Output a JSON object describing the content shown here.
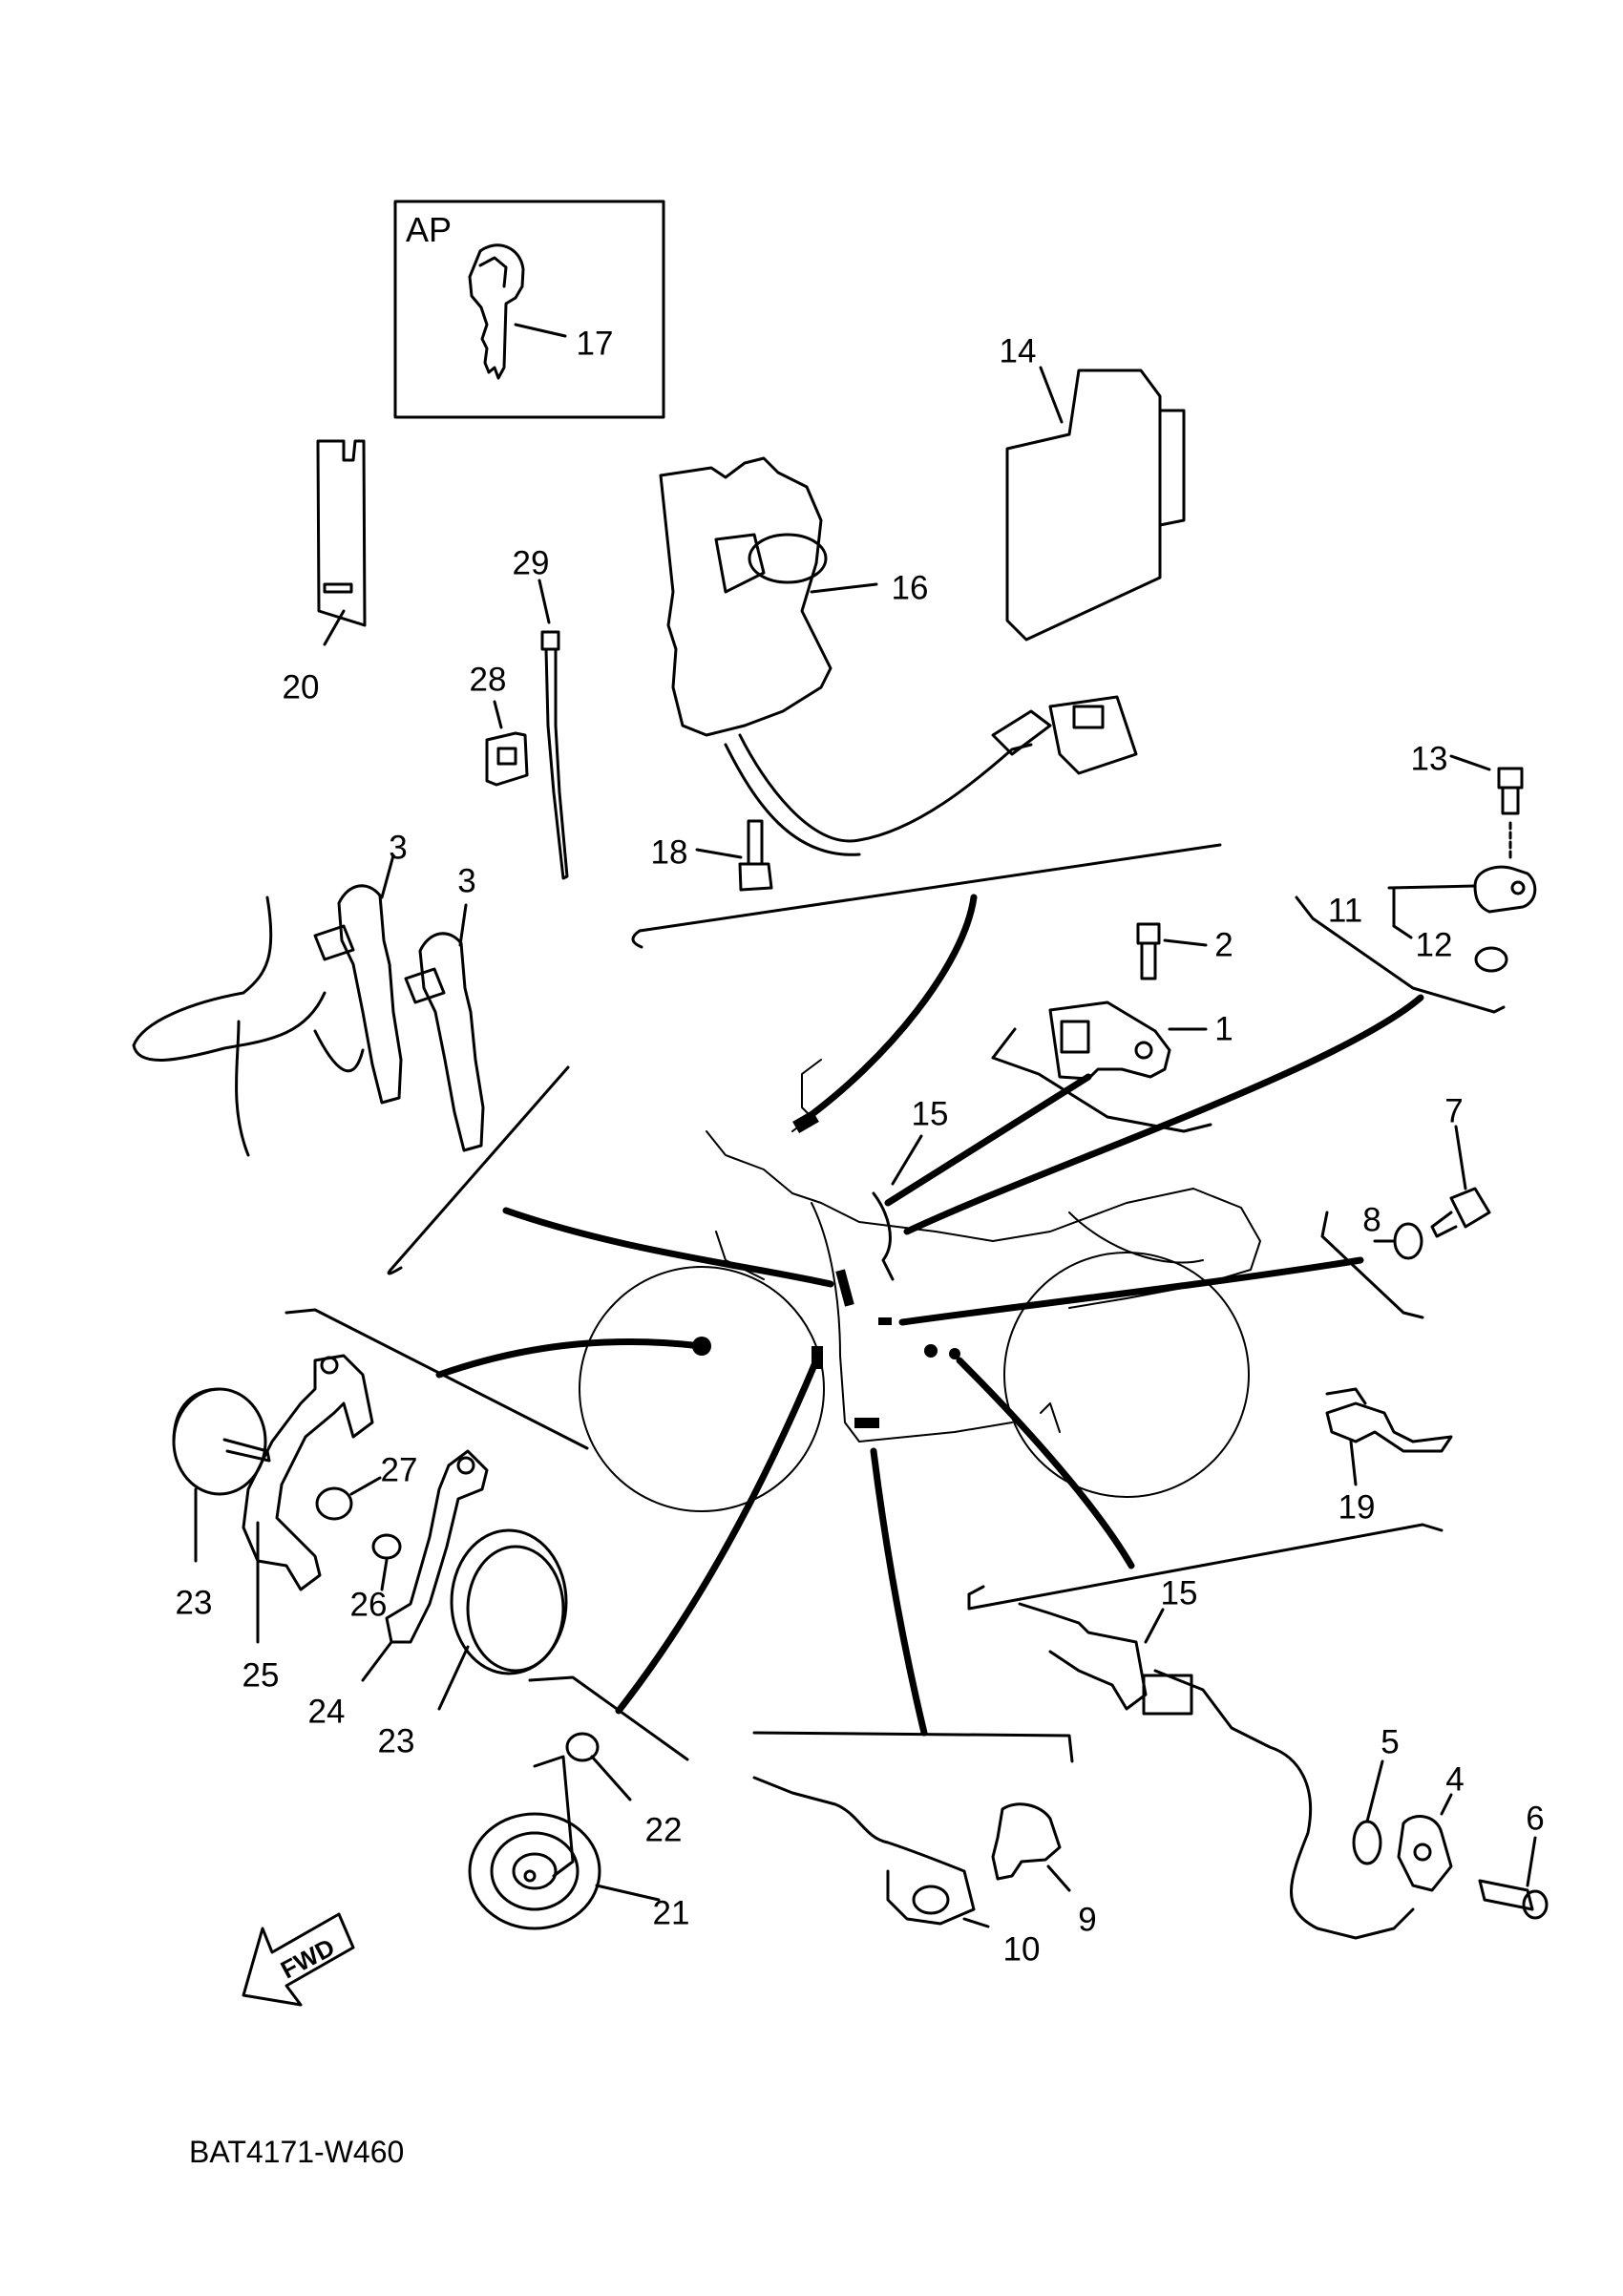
{
  "diagram": {
    "code": "BAT4171-W460",
    "kit_box_label": "AP",
    "direction_label": "FWD",
    "part_labels": [
      "1",
      "2",
      "3",
      "4",
      "5",
      "6",
      "7",
      "8",
      "9",
      "10",
      "11",
      "12",
      "13",
      "14",
      "15",
      "16",
      "17",
      "18",
      "19",
      "20",
      "21",
      "22",
      "23",
      "24",
      "25",
      "26",
      "27",
      "28",
      "29"
    ]
  }
}
